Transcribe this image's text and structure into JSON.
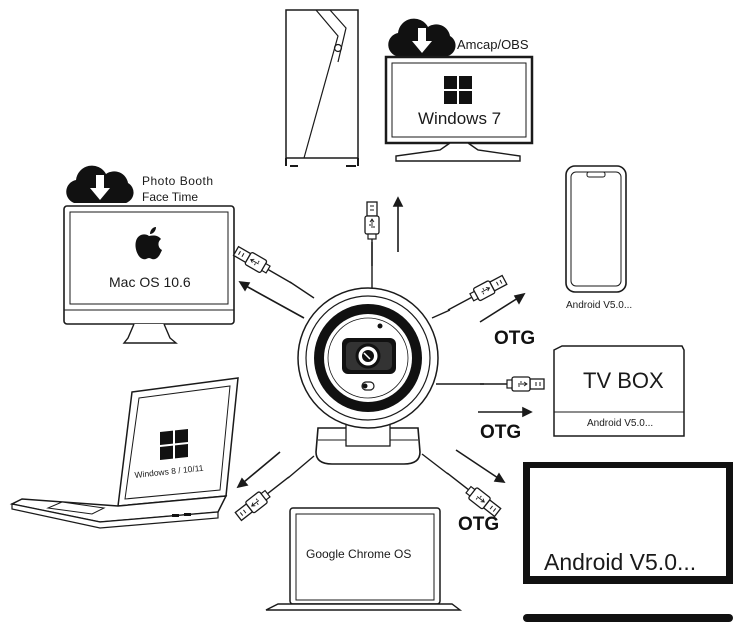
{
  "colors": {
    "line": "#1a1a1a",
    "fill": "#ffffff",
    "dark": "#111111",
    "tv_bar": "#111111"
  },
  "devices": {
    "desktop_tower": {
      "icon": "pc-tower-icon"
    },
    "windows7_monitor": {
      "screen_text": "Windows 7",
      "software": "Amcap/OBS",
      "os_logo": "windows-logo-icon"
    },
    "mac": {
      "screen_text": "Mac OS 10.6",
      "software_line1": "Photo Booth",
      "software_line2": "Face Time",
      "os_logo": "apple-logo-icon"
    },
    "phone": {
      "caption": "Android V5.0..."
    },
    "tv_box": {
      "title": "TV BOX",
      "caption": "Android V5.0..."
    },
    "laptop_windows": {
      "screen_text": "Windows 8 / 10/11",
      "os_logo": "windows-logo-icon"
    },
    "chromebook": {
      "screen_text": "Google Chrome OS"
    },
    "android_tv": {
      "screen_text": "Android V5.0..."
    }
  },
  "connections": {
    "phone_link": "OTG",
    "tvbox_link": "OTG",
    "tv_link": "OTG"
  },
  "icons": [
    "cloud-download-icon",
    "usb-plug-icon",
    "arrow-icon",
    "webcam-icon"
  ]
}
